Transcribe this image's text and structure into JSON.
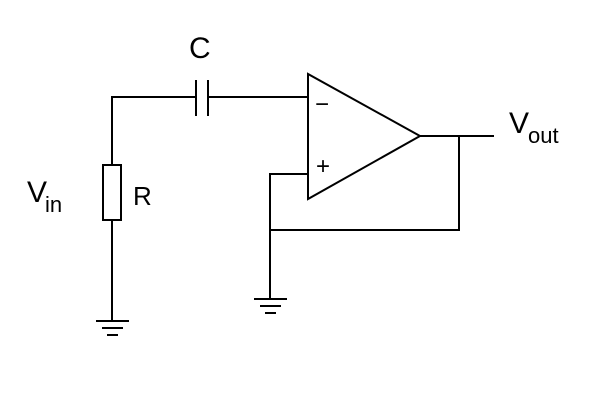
{
  "labels": {
    "capacitor": "C",
    "resistor": "R",
    "input_main": "V",
    "input_sub": "in",
    "output_main": "V",
    "output_sub": "out",
    "opamp_inverting": "−",
    "opamp_noninverting": "+"
  },
  "colors": {
    "line": "#000000",
    "background": "#ffffff"
  },
  "icons": [
    "capacitor-symbol",
    "resistor-symbol",
    "opamp-symbol",
    "ground-symbol"
  ]
}
